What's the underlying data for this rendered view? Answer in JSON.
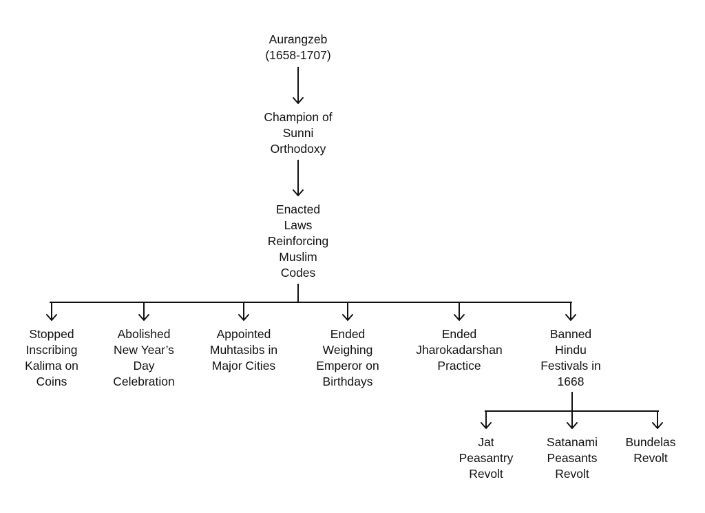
{
  "nodes": {
    "aurangzeb": "Aurangzeb\n(1658-1707)",
    "champion": "Champion of\nSunni\nOrthodoxy",
    "enacted": "Enacted\nLaws\nReinforcing\nMuslim\nCodes",
    "kalima": "Stopped\nInscribing\nKalima on\nCoins",
    "new_year": "Abolished\nNew Year’s\nDay\nCelebration",
    "muhtasibs": "Appointed\nMuhtasibs in\nMajor Cities",
    "weighing": "Ended\nWeighing\nEmperor on\nBirthdays",
    "jharokadarshan": "Ended\nJharokadarshan\nPractice",
    "festivals": "Banned\nHindu\nFestivals in\n1668",
    "jat": "Jat\nPeasantry\nRevolt",
    "satanami": "Satanami\nPeasants\nRevolt",
    "bundelas": "Bundelas\nRevolt"
  }
}
